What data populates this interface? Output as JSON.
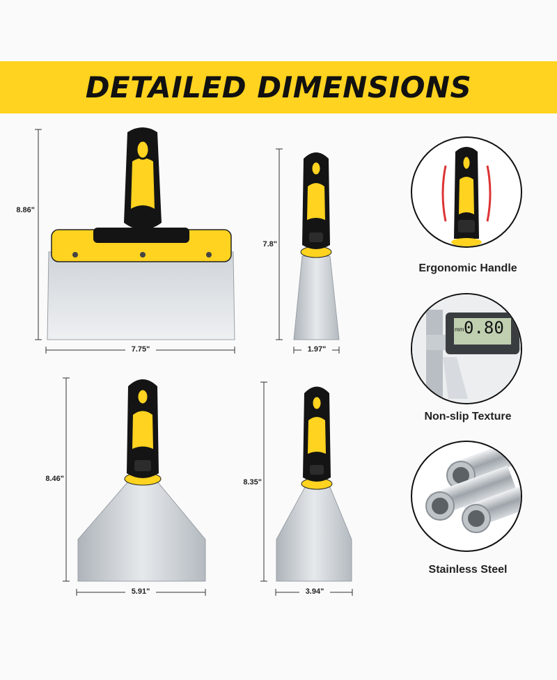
{
  "header": {
    "title": "DETAILED DIMENSIONS"
  },
  "tools": [
    {
      "name": "7.75-inch wide scraper",
      "height_label": "8.86\"",
      "width_label": "7.75\""
    },
    {
      "name": "1.97-inch putty knife",
      "height_label": "7.8\"",
      "width_label": "1.97\""
    },
    {
      "name": "5.91-inch putty knife",
      "height_label": "8.46\"",
      "width_label": "5.91\""
    },
    {
      "name": "3.94-inch putty knife",
      "height_label": "8.35\"",
      "width_label": "3.94\""
    }
  ],
  "features": [
    {
      "label": "Ergonomic Handle",
      "icon": "handle-icon"
    },
    {
      "label": "Non-slip Texture",
      "icon": "caliper-icon",
      "caliper_unit": "mm",
      "caliper_reading": "0.80"
    },
    {
      "label": "Stainless Steel",
      "icon": "steel-tubes-icon"
    }
  ],
  "colors": {
    "accent": "#ffd31f",
    "handle": "#141414",
    "blade": "#c9ced3"
  }
}
